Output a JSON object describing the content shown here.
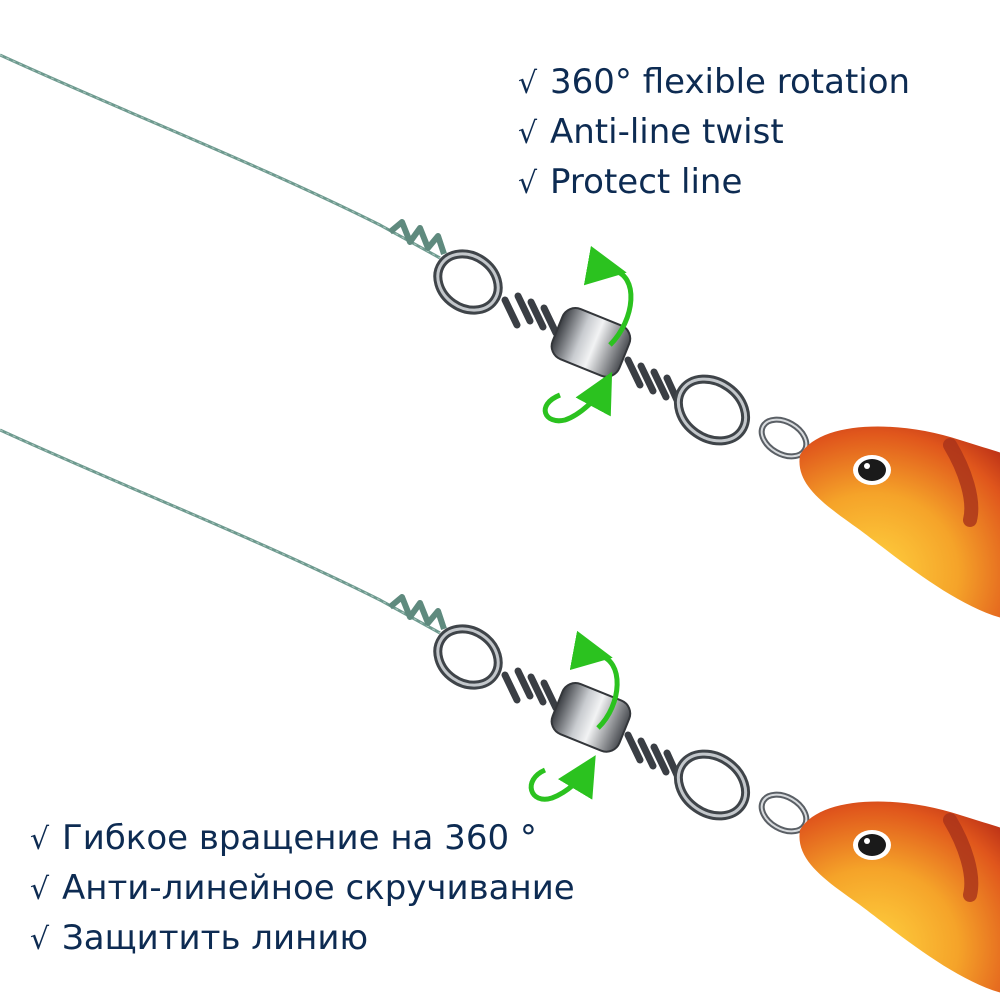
{
  "features_en": {
    "mark": "√",
    "items": [
      "360° flexible rotation",
      "Anti-line twist",
      "Protect line"
    ]
  },
  "features_ru": {
    "mark": "√",
    "items": [
      "Гибкое вращение на 360 °",
      "Анти-линейное скручивание",
      "Защитить линию"
    ]
  },
  "colors": {
    "text": "#0d2b52",
    "line": "#6e9a8f",
    "arrow": "#2bc21f",
    "metal": "#4a4f55",
    "lure_orange": "#f2a33a",
    "lure_red": "#c8321c"
  },
  "icons": [
    "rotation-arrow-icon",
    "check-mark-icon"
  ]
}
